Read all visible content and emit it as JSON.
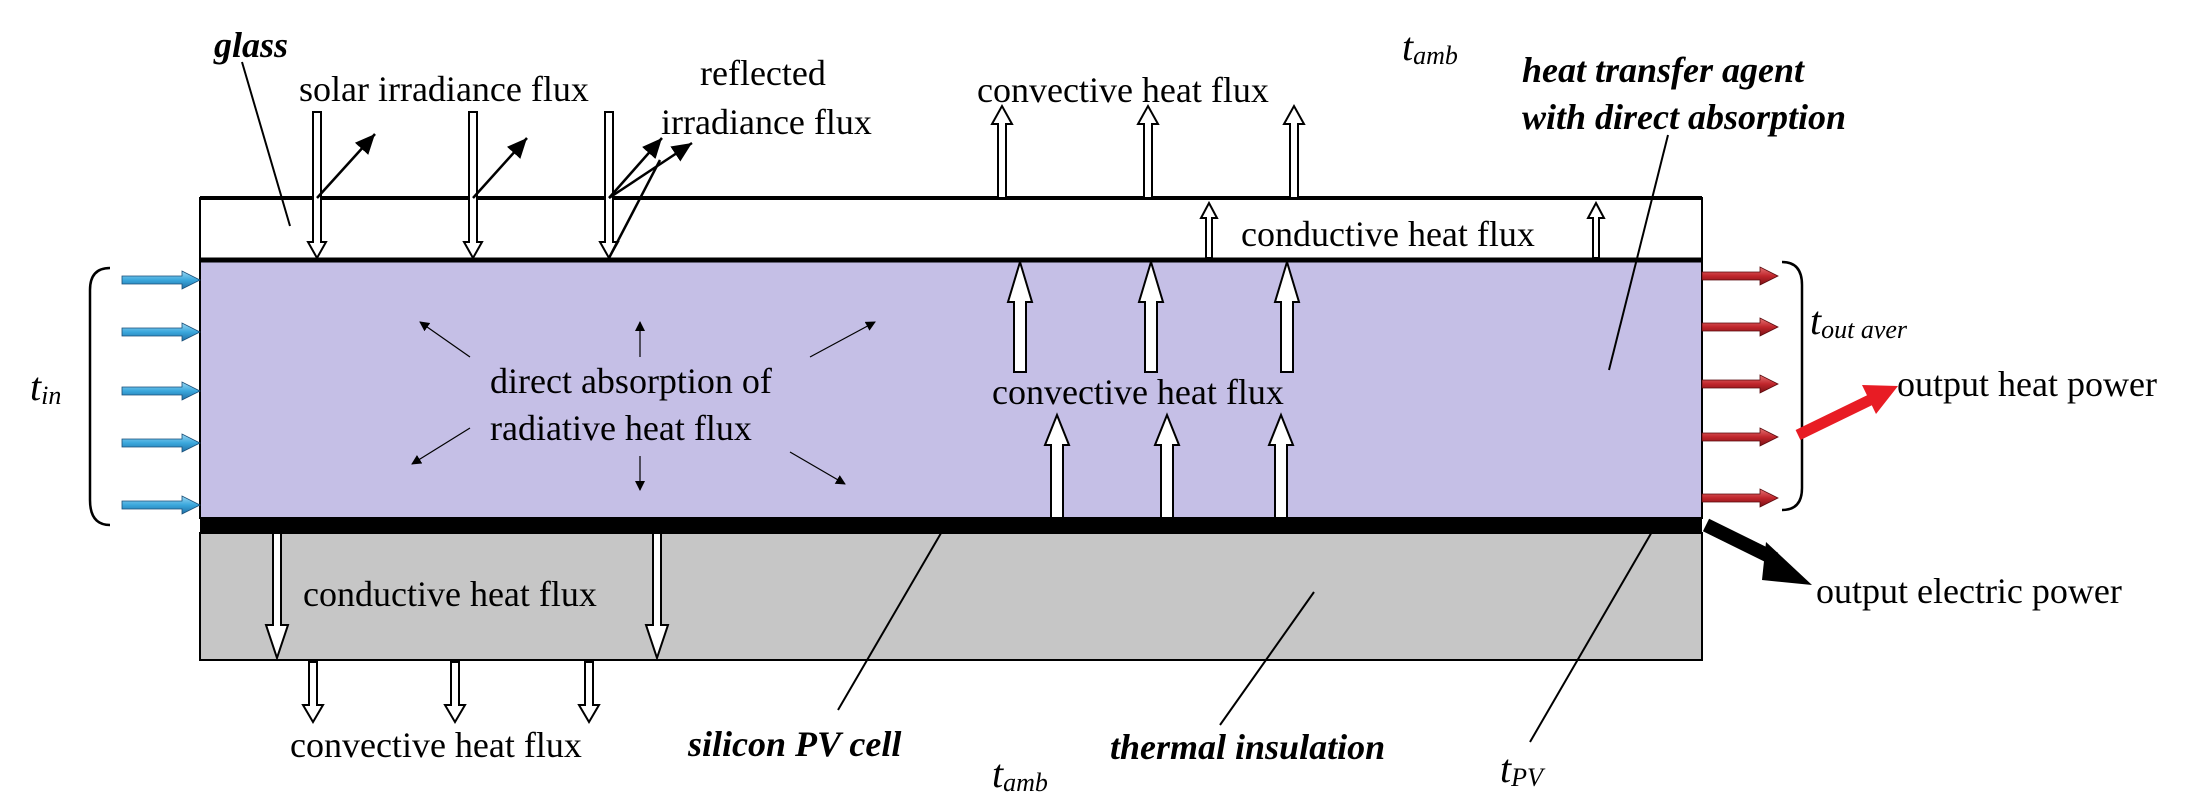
{
  "labels": {
    "glass": "glass",
    "solar_irradiance": "solar irradiance flux",
    "reflected_1": "reflected",
    "reflected_2": "irradiance flux",
    "convective_top": "convective heat flux",
    "t_amb_top_main": "t",
    "t_amb_top_sub": "amb",
    "hta_1": "heat transfer agent",
    "hta_2": "with direct absorption",
    "conductive_glass": "conductive heat flux",
    "t_out_main": "t",
    "t_out_sub": "out aver",
    "t_in_main": "t",
    "t_in_sub": "in",
    "direct_abs_1": "direct absorption of",
    "direct_abs_2": "radiative heat flux",
    "convective_mid": "convective heat flux",
    "output_heat": "output heat power",
    "conductive_bottom": "conductive heat flux",
    "output_electric": "output electric power",
    "convective_bottom": "convective heat flux",
    "silicon_pv": "silicon PV cell",
    "t_amb_bottom_main": "t",
    "t_amb_bottom_sub": "amb",
    "thermal_insulation": "thermal insulation",
    "t_pv_main": "t",
    "t_pv_sub": "PV"
  },
  "colors": {
    "fluid_layer": "#c5bfe6",
    "insulation_layer": "#c6c6c6",
    "inlet_arrow": "#3aa7dc",
    "outlet_arrow": "#c0262c",
    "heat_power_arrow": "#e81c24",
    "pv_cell": "#000000"
  }
}
